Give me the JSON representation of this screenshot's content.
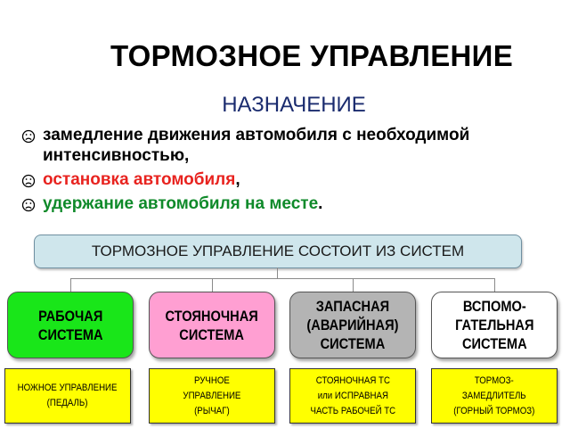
{
  "title": "ТОРМОЗНОЕ УПРАВЛЕНИЕ",
  "subtitle": "НАЗНАЧЕНИЕ",
  "bullets": [
    {
      "text": "замедление движения автомобиля с необходимой интенсивностью",
      "suffix": ",",
      "color": "#000000"
    },
    {
      "text": "остановка автомобиля",
      "suffix": ",",
      "color": "#e8231f"
    },
    {
      "text": "удержание автомобиля на месте",
      "suffix": ".",
      "color": "#0f8a2a"
    }
  ],
  "banner": "ТОРМОЗНОЕ УПРАВЛЕНИЕ СОСТОИТ ИЗ СИСТЕМ",
  "systems": [
    {
      "label": "РАБОЧАЯ\nСИСТЕМА",
      "color": "#19e619"
    },
    {
      "label": "СТОЯНОЧНАЯ\nСИСТЕМА",
      "color": "#ff9fd2"
    },
    {
      "label": "ЗАПАСНАЯ\n(АВАРИЙНАЯ)\nСИСТЕМА",
      "color": "#b4b4b4"
    },
    {
      "label": "ВСПОМО-\nГАТЕЛЬНАЯ\nСИСТЕМА",
      "color": "#ffffff"
    }
  ],
  "controls": [
    {
      "label": "НОЖНОЕ УПРАВЛЕНИЕ\n(ПЕДАЛЬ)"
    },
    {
      "label": "РУЧНОЕ\nУПРАВЛЕНИЕ\n(РЫЧАГ)"
    },
    {
      "label": "СТОЯНОЧНАЯ ТС\nили ИСПРАВНАЯ\nЧАСТЬ РАБОЧЕЙ ТС"
    },
    {
      "label": "ТОРМОЗ-\nЗАМЕДЛИТЕЛЬ\n(ГОРНЫЙ ТОРМОЗ)"
    }
  ]
}
